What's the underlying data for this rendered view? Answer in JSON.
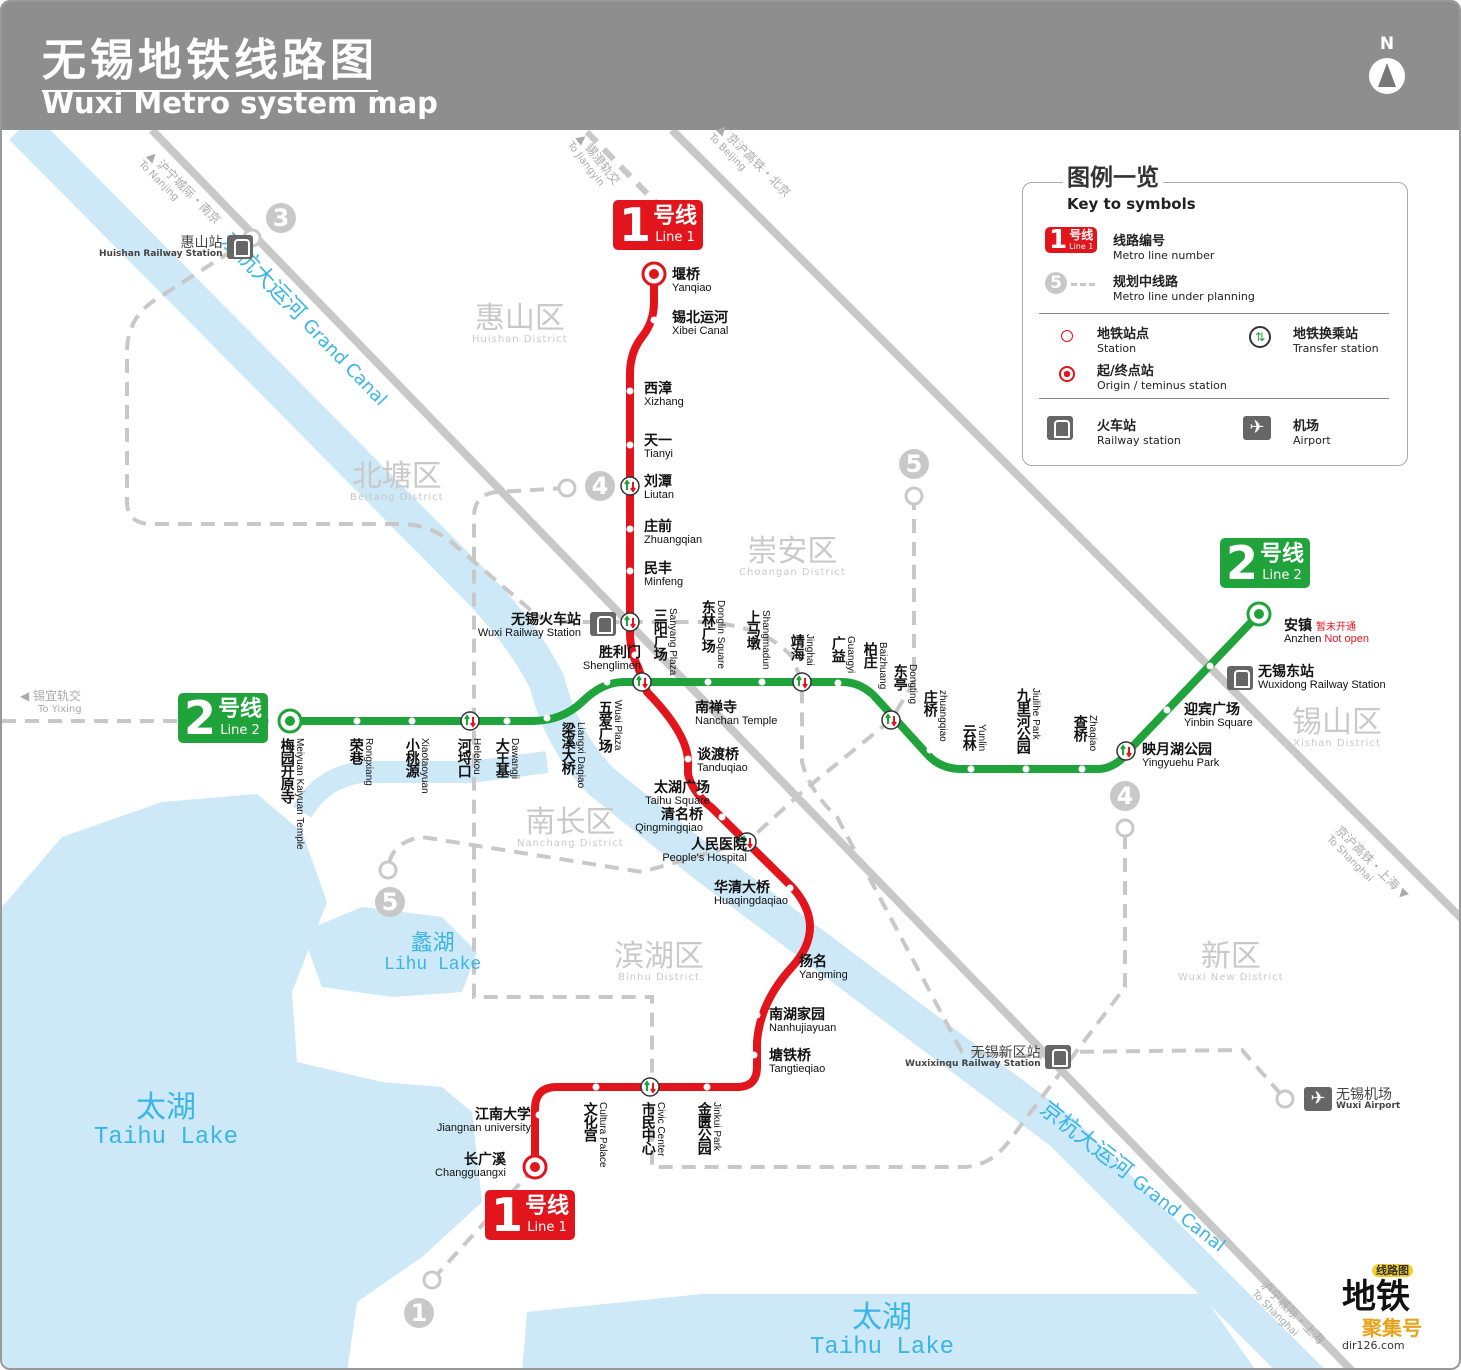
{
  "header": {
    "title_cn": "无锡地铁线路图",
    "title_en": "Wuxi Metro system map",
    "north": "N"
  },
  "colors": {
    "line1": "#e2141c",
    "line2": "#1fa33a",
    "planned": "#c8c8c8",
    "canal": "#cde8f6",
    "lake": "#cde8f6",
    "header": "#8e8e8e"
  },
  "lines": {
    "line1": {
      "num": "1",
      "cn": "号线",
      "en": "Line 1"
    },
    "line2": {
      "num": "2",
      "cn": "号线",
      "en": "Line 2"
    }
  },
  "line1_stations": [
    {
      "cn": "堰桥",
      "en": "Yanqiao",
      "type": "terminus"
    },
    {
      "cn": "锡北运河",
      "en": "Xibei Canal",
      "type": "station"
    },
    {
      "cn": "西漳",
      "en": "Xizhang",
      "type": "station"
    },
    {
      "cn": "天一",
      "en": "Tianyi",
      "type": "station"
    },
    {
      "cn": "刘潭",
      "en": "Liutan",
      "type": "transfer"
    },
    {
      "cn": "庄前",
      "en": "Zhuangqian",
      "type": "station"
    },
    {
      "cn": "民丰",
      "en": "Minfeng",
      "type": "station"
    },
    {
      "cn": "无锡火车站",
      "en": "Wuxi Railway Station",
      "type": "transfer"
    },
    {
      "cn": "胜利门",
      "en": "Shenglimen",
      "type": "station"
    },
    {
      "cn": "三阳广场",
      "en": "Sanyang Plaza",
      "type": "transfer"
    },
    {
      "cn": "南禅寺",
      "en": "Nanchan Temple",
      "type": "station"
    },
    {
      "cn": "谈渡桥",
      "en": "Tanduqiao",
      "type": "station"
    },
    {
      "cn": "太湖广场",
      "en": "Taihu Square",
      "type": "station"
    },
    {
      "cn": "清名桥",
      "en": "Qingmingqiao",
      "type": "station"
    },
    {
      "cn": "人民医院",
      "en": "People's Hospital",
      "type": "transfer"
    },
    {
      "cn": "华清大桥",
      "en": "Huaqingdaqiao",
      "type": "station"
    },
    {
      "cn": "扬名",
      "en": "Yangming",
      "type": "station"
    },
    {
      "cn": "南湖家园",
      "en": "Nanhujiayuan",
      "type": "station"
    },
    {
      "cn": "塘铁桥",
      "en": "Tangtieqiao",
      "type": "station"
    },
    {
      "cn": "金匮公园",
      "en": "Jinkui Park",
      "type": "station"
    },
    {
      "cn": "市民中心",
      "en": "Civic Center",
      "type": "transfer"
    },
    {
      "cn": "文化宫",
      "en": "Cultura Palace",
      "type": "station"
    },
    {
      "cn": "江南大学",
      "en": "Jiangnan university",
      "type": "station"
    },
    {
      "cn": "长广溪",
      "en": "Changguangxi",
      "type": "terminus"
    }
  ],
  "line2_stations": [
    {
      "cn": "梅园开原寺",
      "en": "Meiyuan Kaiyuan Temple",
      "type": "terminus"
    },
    {
      "cn": "荣巷",
      "en": "Rongxiang",
      "type": "station"
    },
    {
      "cn": "小桃源",
      "en": "Xiaotaoyuan",
      "type": "station"
    },
    {
      "cn": "河埒口",
      "en": "Helekou",
      "type": "transfer"
    },
    {
      "cn": "大王基",
      "en": "Dawangji",
      "type": "station"
    },
    {
      "cn": "梁溪大桥",
      "en": "Liangxi Daqiao",
      "type": "station"
    },
    {
      "cn": "五爱广场",
      "en": "Wuai Plaza",
      "type": "station"
    },
    {
      "cn": "东林广场",
      "en": "Donglin Square",
      "type": "station"
    },
    {
      "cn": "上马墩",
      "en": "Shangmadun",
      "type": "station"
    },
    {
      "cn": "靖海",
      "en": "Jinghai",
      "type": "transfer"
    },
    {
      "cn": "广益",
      "en": "Guangyi",
      "type": "station"
    },
    {
      "cn": "柏庄",
      "en": "Baizhuang",
      "type": "station"
    },
    {
      "cn": "东亭",
      "en": "Dongting",
      "type": "transfer"
    },
    {
      "cn": "庄桥",
      "en": "zhuangqiao",
      "type": "station"
    },
    {
      "cn": "云林",
      "en": "Yunlin",
      "type": "station"
    },
    {
      "cn": "九里河公园",
      "en": "Jiulihe Park",
      "type": "station"
    },
    {
      "cn": "查桥",
      "en": "Zhaqiao",
      "type": "station"
    },
    {
      "cn": "映月湖公园",
      "en": "Yingyuehu Park",
      "type": "transfer"
    },
    {
      "cn": "迎宾广场",
      "en": "Yinbin Square",
      "type": "station"
    },
    {
      "cn": "无锡东站",
      "en": "Wuxidong Railway Station",
      "type": "station"
    },
    {
      "cn": "安镇",
      "en": "Anzhen",
      "type": "terminus",
      "note_cn": "暂未开通",
      "note_en": "Not open"
    }
  ],
  "districts": [
    {
      "cn": "惠山区",
      "en": "Huishan District"
    },
    {
      "cn": "北塘区",
      "en": "Beitang District"
    },
    {
      "cn": "崇安区",
      "en": "Choangan District"
    },
    {
      "cn": "南长区",
      "en": "Nanchang District"
    },
    {
      "cn": "滨湖区",
      "en": "Binhu District"
    },
    {
      "cn": "锡山区",
      "en": "Xishan District"
    },
    {
      "cn": "新区",
      "en": "Wuxi New District"
    }
  ],
  "lakes": [
    {
      "cn": "太湖",
      "en": "Taihu Lake"
    },
    {
      "cn": "蠡湖",
      "en": "Lihu Lake"
    },
    {
      "cn": "太湖",
      "en": "Taihu Lake"
    }
  ],
  "canal_labels": [
    {
      "cn": "京杭大运河",
      "en": "Grand Canal"
    },
    {
      "cn": "京杭大运河",
      "en": "Grand Canal"
    }
  ],
  "railways": [
    {
      "cn": "沪宁城际・南京",
      "en": "To Nanjing"
    },
    {
      "cn": "锡澄轨交",
      "en": "To Jiangyin"
    },
    {
      "cn": "京沪高铁・北京",
      "en": "To Beijing"
    },
    {
      "cn": "锡宜轨交",
      "en": "To Yixing"
    },
    {
      "cn": "京沪高铁・上海",
      "en": "To Shanghai"
    },
    {
      "cn": "沪宁城际・上海",
      "en": "To Shanghai"
    }
  ],
  "pois": [
    {
      "cn": "惠山站",
      "en": "Huishan Railway Station",
      "icon": "railway-icon"
    },
    {
      "cn": "无锡新区站",
      "en": "Wuxixinqu Railway Station",
      "icon": "railway-icon"
    },
    {
      "cn": "无锡机场",
      "en": "Wuxi Airport",
      "icon": "airport-icon"
    }
  ],
  "planned_lines": [
    "3",
    "4",
    "4",
    "5",
    "5",
    "1"
  ],
  "legend": {
    "title_cn": "图例一览",
    "title_en": "Key to symbols",
    "items": [
      {
        "cn": "线路编号",
        "en": "Metro line number"
      },
      {
        "cn": "规划中线路",
        "en": "Metro line under planning"
      },
      {
        "cn": "地铁站点",
        "en": "Station"
      },
      {
        "cn": "地铁换乘站",
        "en": "Transfer station"
      },
      {
        "cn": "起/终点站",
        "en": "Origin / teminus station"
      },
      {
        "cn": "火车站",
        "en": "Railway station"
      },
      {
        "cn": "机场",
        "en": "Airport"
      }
    ],
    "badge": {
      "num": "1",
      "cn": "号线",
      "en": "Line 1"
    },
    "planned_num": "5"
  },
  "watermark": {
    "main": "地铁",
    "sub": "聚集号",
    "tag": "线路图",
    "domain": "dir126.com"
  }
}
